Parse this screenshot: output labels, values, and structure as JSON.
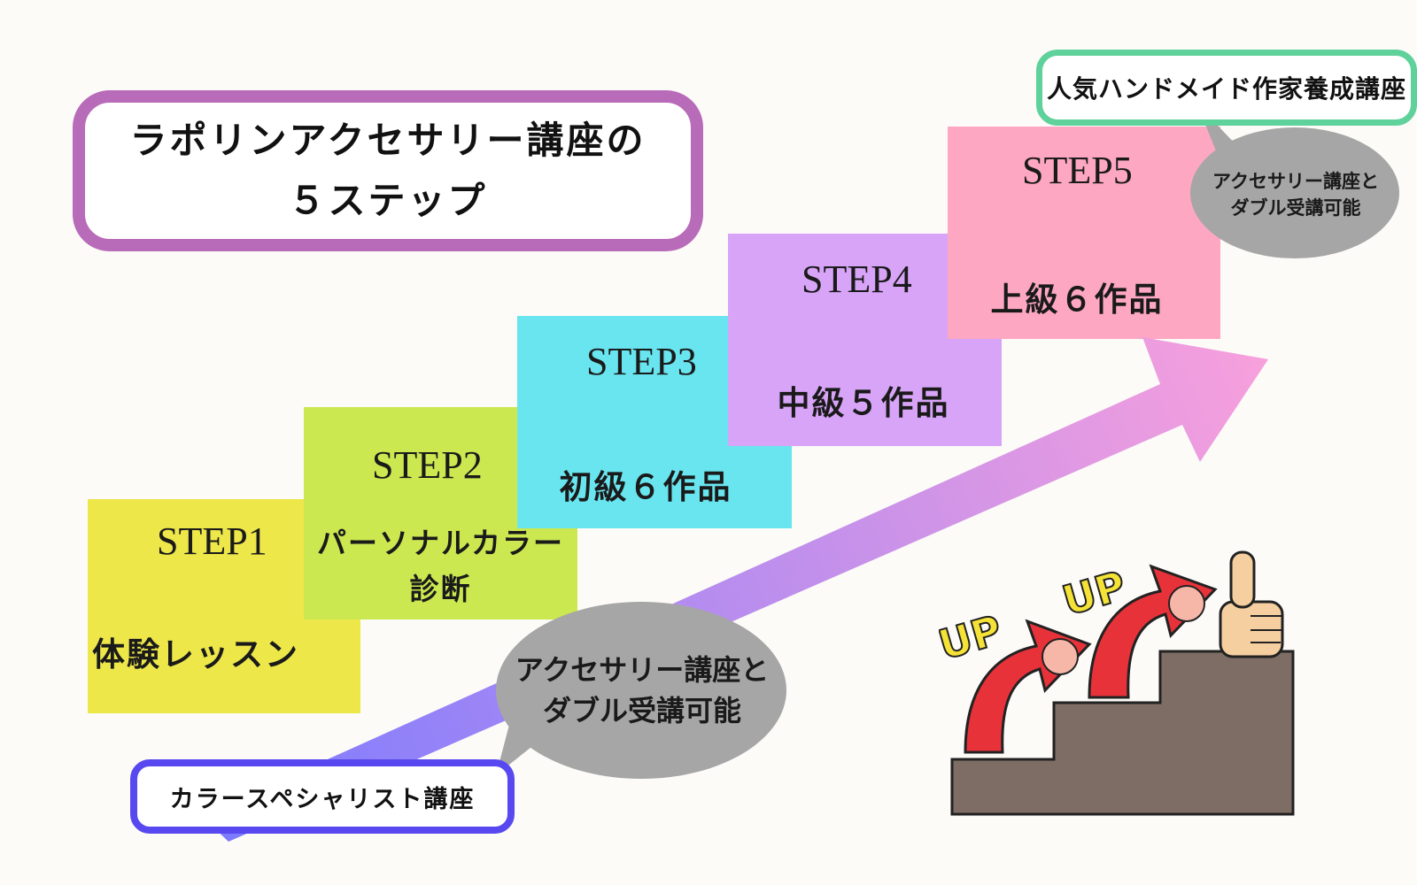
{
  "title": {
    "line1": "ラポリンアクセサリー講座の",
    "line2": "５ステップ"
  },
  "steps": [
    {
      "label": "STEP1",
      "desc": "体験レッスン",
      "color": "#ede74a"
    },
    {
      "label": "STEP2",
      "desc_line1": "パーソナルカラー",
      "desc_line2": "診断",
      "color": "#cbe850"
    },
    {
      "label": "STEP3",
      "desc": "初級６作品",
      "color": "#69e5ef"
    },
    {
      "label": "STEP4",
      "desc": "中級５作品",
      "color": "#d8a4f8"
    },
    {
      "label": "STEP5",
      "desc": "上級６作品",
      "color": "#fda7c3"
    }
  ],
  "bubbles": {
    "bottom": {
      "line1": "アクセサリー講座と",
      "line2": "ダブル受講可能"
    },
    "top": {
      "line1": "アクセサリー講座と",
      "line2": "ダブル受講可能"
    }
  },
  "courses": {
    "top": "人気ハンドメイド作家養成講座",
    "bottom": "カラースペシャリスト講座"
  },
  "illustration": {
    "up1": "UP",
    "up2": "UP",
    "icons": [
      "staircase-icon",
      "up-arrow-icon",
      "thumbs-up-icon"
    ]
  },
  "colors": {
    "title_border": "#b86bb8",
    "arrow_start": "#7b7bff",
    "arrow_end": "#f8a0dc",
    "course_top_border": "#5fd19a",
    "course_bottom_border": "#5848f0",
    "bubble": "#a6a6a6"
  }
}
